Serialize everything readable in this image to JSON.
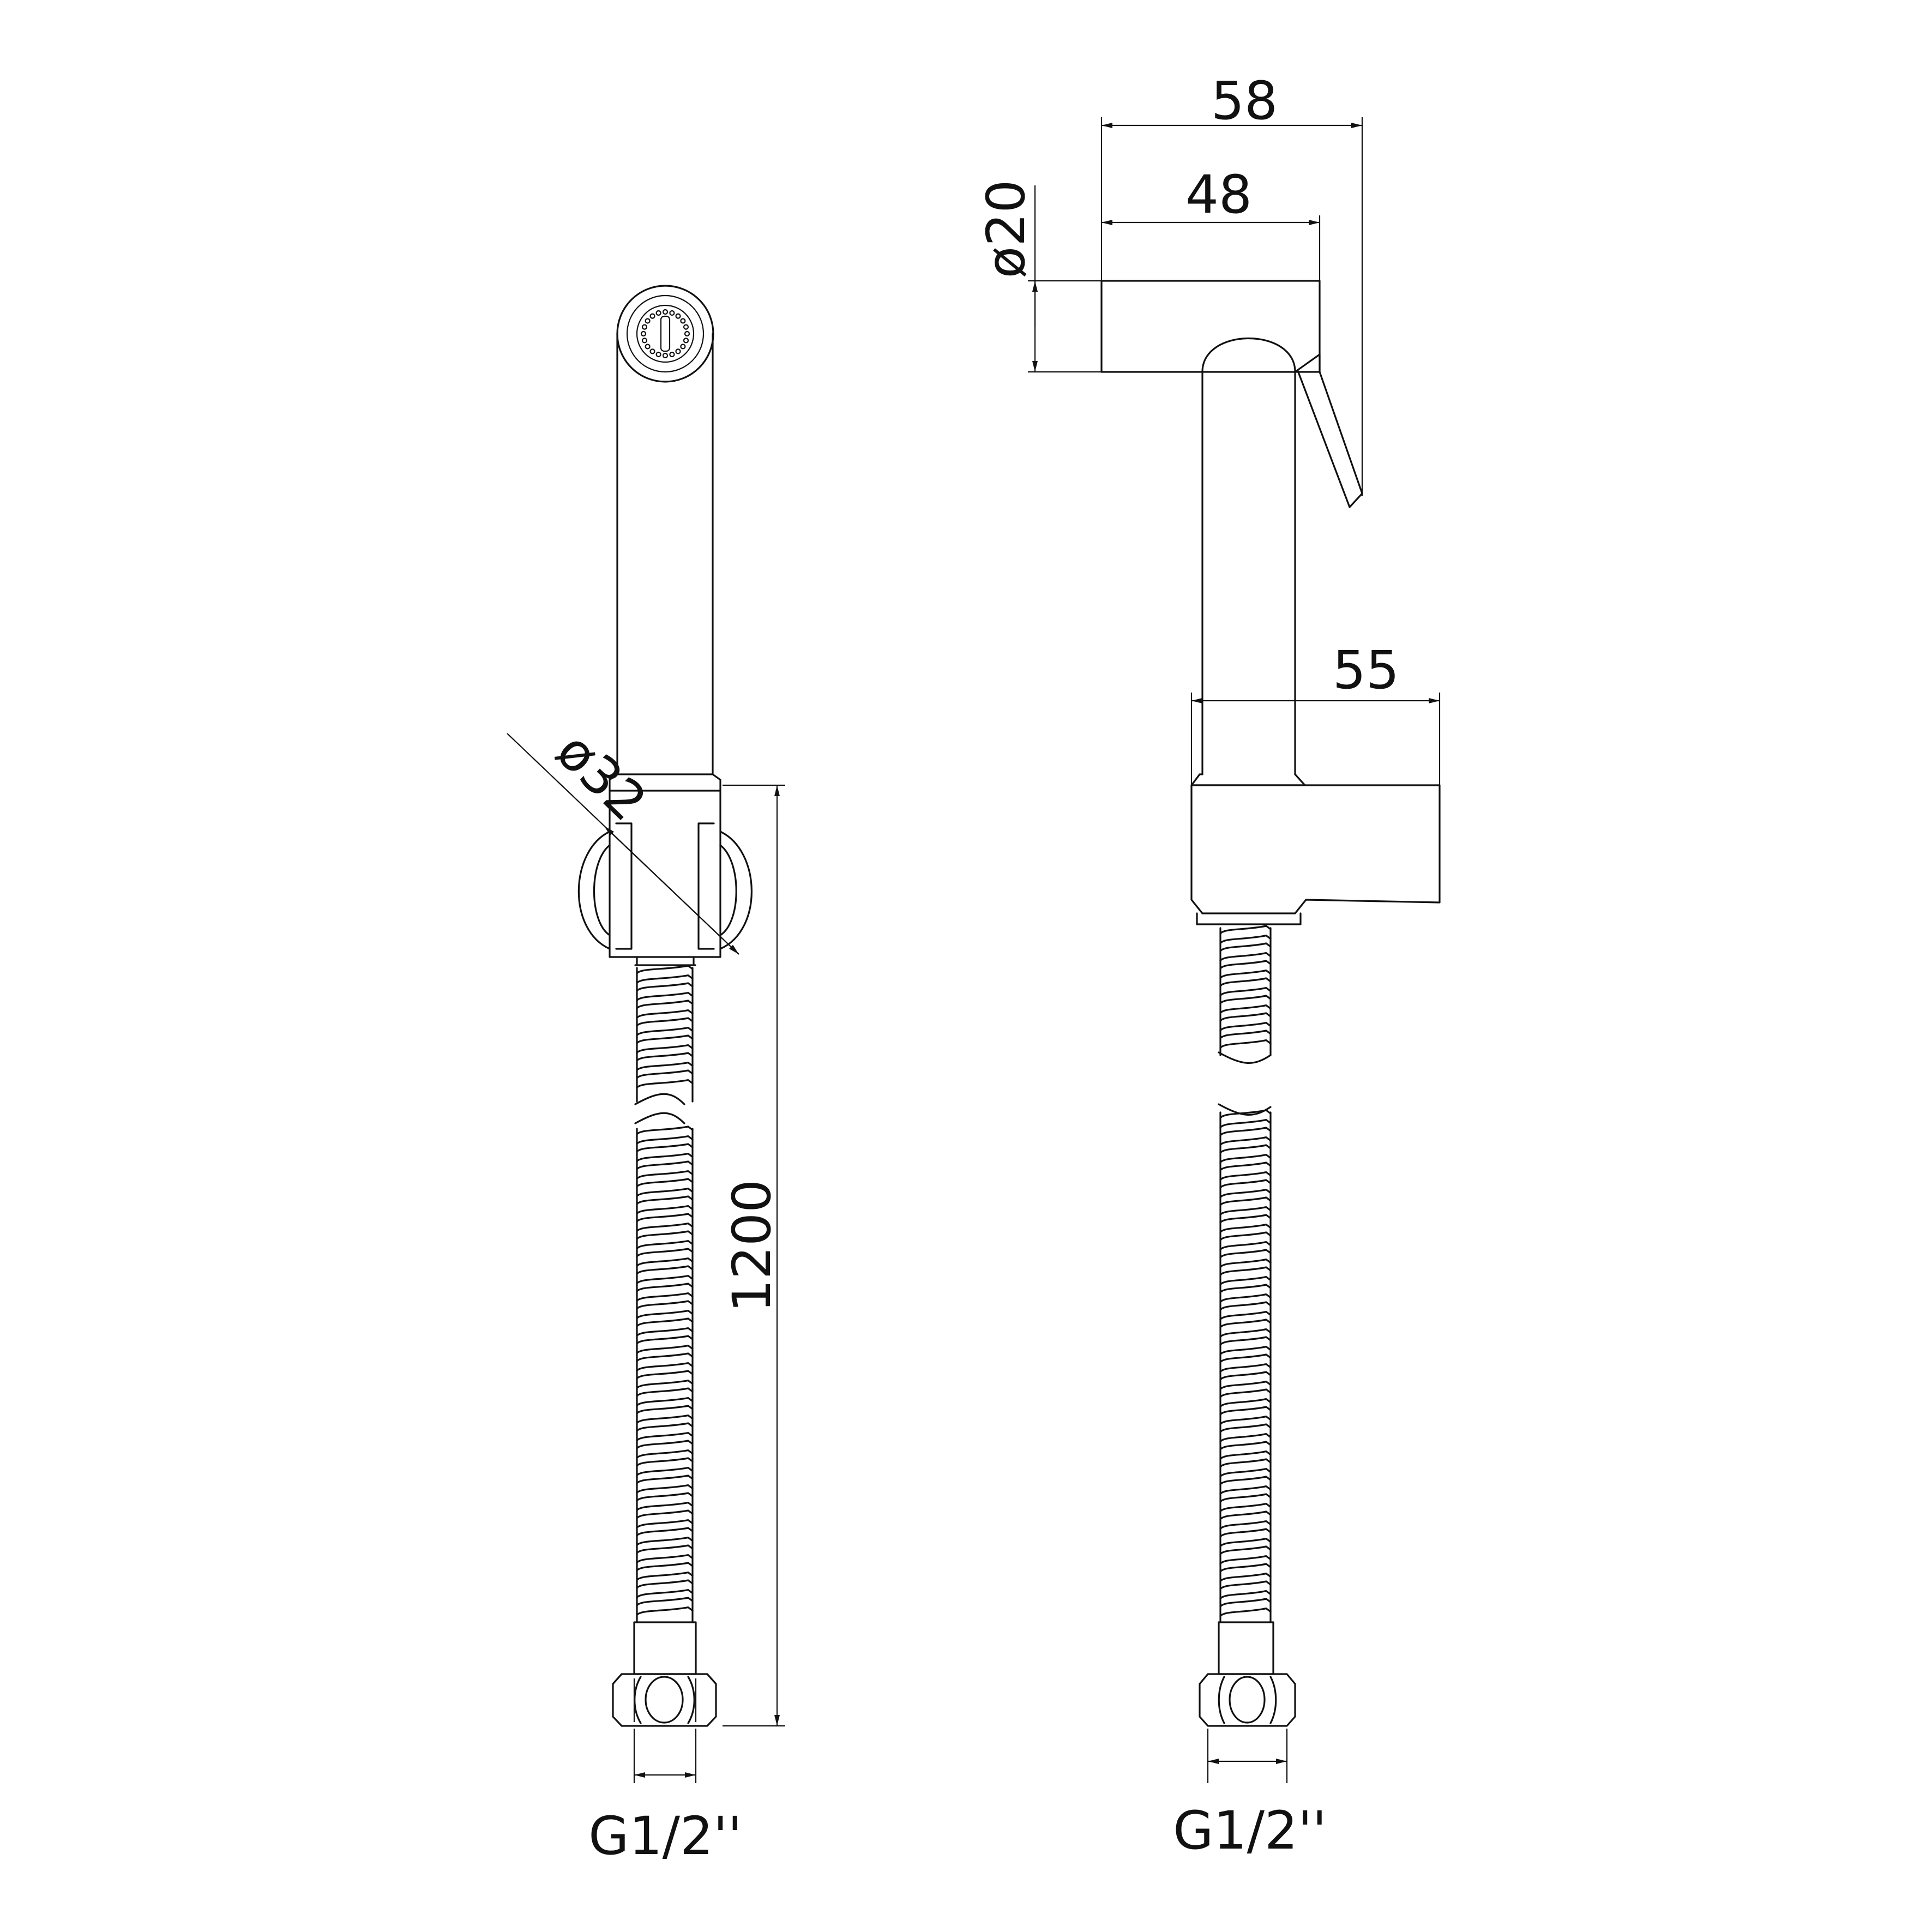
{
  "front_view": {
    "dim_diameter": "ø32",
    "dim_length": "1200",
    "dim_thread": "G1/2''"
  },
  "side_view": {
    "dim_width_total": "58",
    "dim_width_body": "48",
    "dim_diameter": "ø20",
    "dim_holder": "55",
    "dim_thread": "G1/2''"
  }
}
